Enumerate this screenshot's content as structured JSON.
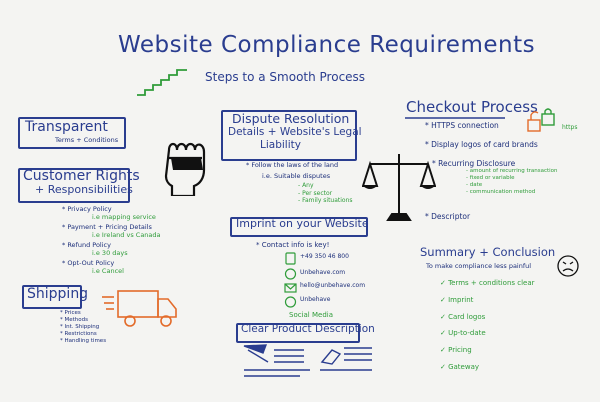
{
  "title": "Website Compliance Requirements",
  "subtitle": "Steps to a Smooth Process",
  "left": {
    "transparent": {
      "title": "Transparent",
      "sub": "Terms + Conditions"
    },
    "customer_rights": {
      "title": "Customer Rights",
      "sub": "+ Responsibilities"
    },
    "rights_items": [
      {
        "label": "* Privacy Policy",
        "detail": "i.e mapping service"
      },
      {
        "label": "* Payment + Pricing Details",
        "detail": "i.e Ireland vs Canada"
      },
      {
        "label": "* Refund Policy",
        "detail": "i.e 30 days"
      },
      {
        "label": "* Opt-Out Policy",
        "detail": "i.e Cancel"
      }
    ],
    "shipping": {
      "title": "Shipping"
    },
    "shipping_items": [
      "* Prices",
      "* Methods",
      "* Int. Shipping",
      "* Restrictions",
      "* Handling times"
    ]
  },
  "middle": {
    "dispute": {
      "line1": "Dispute Resolution",
      "line2": "Details + Website's Legal",
      "line3": "Liability"
    },
    "dispute_items": {
      "follow": "* Follow the laws of the land",
      "suitable": "i.e. Suitable disputes",
      "subs": [
        "- Any",
        "- Per sector",
        "- Family situations"
      ]
    },
    "imprint": {
      "title": "Imprint on your Website"
    },
    "contact": "* Contact info is key!",
    "contact_items": [
      "+49 350 46 800",
      "Unbehave.com",
      "hello@unbehave.com",
      "Unbehave",
      "Social Media"
    ],
    "product": {
      "title": "Clear Product Description"
    }
  },
  "right": {
    "checkout": {
      "title": "Checkout Process"
    },
    "checkout_items": [
      "* HTTPS connection",
      "* Display logos of card brands",
      "* Recurring Disclosure"
    ],
    "https_label": "https",
    "recurring_items": [
      "- amount of recurring transaction",
      "- fixed or variable",
      "- date",
      "- communication method"
    ],
    "descriptor": "* Descriptor",
    "summary": {
      "title": "Summary + Conclusion",
      "sub": "To make compliance less painful"
    },
    "summary_items": [
      "Terms + conditions clear",
      "Imprint",
      "Card logos",
      "Up-to-date",
      "Pricing",
      "Gateway"
    ]
  }
}
